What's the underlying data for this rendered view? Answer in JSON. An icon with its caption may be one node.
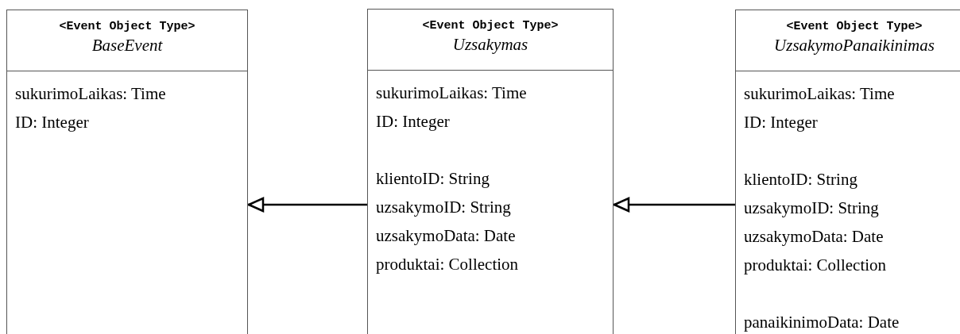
{
  "diagram": {
    "nodes": [
      {
        "text": [
          "<Event Object Type>",
          "BaseEvent",
          "sukurimoLaikas: Time",
          "ID: Integer"
        ]
      },
      {
        "text": [
          "<Event Object Type>",
          "Uzsakymas",
          "sukurimoLaikas: Time",
          "ID: Integer",
          "klientoID: String",
          "uzsakymoID: String",
          "uzsakymoData: Date",
          "produktai: Collection"
        ]
      },
      {
        "text": [
          "<Event Object Type>",
          "UzsakymoPanaikinimas",
          "sukurimoLaikas: Time",
          "ID: Integer",
          "klientoID: String",
          "uzsakymoID: String",
          "uzsakymoData: Date",
          "produktai: Collection",
          "panaikinimoData: Date"
        ]
      }
    ],
    "edges": [
      {
        "from": 1,
        "to": 0,
        "arrow": "to"
      },
      {
        "from": 2,
        "to": 1,
        "arrow": "to"
      }
    ]
  }
}
